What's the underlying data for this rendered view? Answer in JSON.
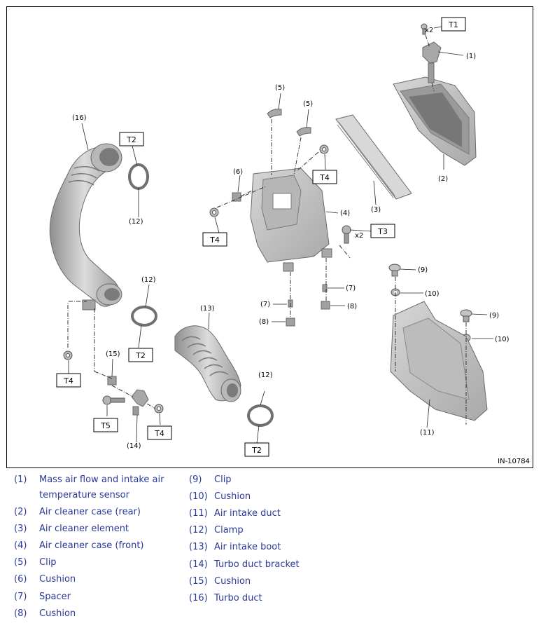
{
  "figure": {
    "code": "IN-10784",
    "torque_labels": [
      "T1",
      "T2",
      "T2",
      "T2",
      "T3",
      "T4",
      "T4",
      "T4",
      "T4",
      "T5"
    ],
    "quantity_labels": [
      "x2",
      "x2"
    ],
    "callouts": [
      "(1)",
      "(2)",
      "(3)",
      "(4)",
      "(5)",
      "(5)",
      "(6)",
      "(7)",
      "(7)",
      "(8)",
      "(8)",
      "(9)",
      "(9)",
      "(10)",
      "(10)",
      "(11)",
      "(12)",
      "(12)",
      "(12)",
      "(13)",
      "(14)",
      "(15)",
      "(16)"
    ]
  },
  "legend": {
    "left": [
      {
        "num": "(1)",
        "lines": [
          "Mass air flow and intake air",
          "temperature sensor"
        ]
      },
      {
        "num": "(2)",
        "lines": [
          "Air cleaner case (rear)"
        ]
      },
      {
        "num": "(3)",
        "lines": [
          "Air cleaner element"
        ]
      },
      {
        "num": "(4)",
        "lines": [
          "Air cleaner case (front)"
        ]
      },
      {
        "num": "(5)",
        "lines": [
          "Clip"
        ]
      },
      {
        "num": "(6)",
        "lines": [
          "Cushion"
        ]
      },
      {
        "num": "(7)",
        "lines": [
          "Spacer"
        ]
      },
      {
        "num": "(8)",
        "lines": [
          "Cushion"
        ]
      }
    ],
    "right": [
      {
        "num": "(9)",
        "lines": [
          "Clip"
        ]
      },
      {
        "num": "(10)",
        "lines": [
          "Cushion"
        ]
      },
      {
        "num": "(11)",
        "lines": [
          "Air intake duct"
        ]
      },
      {
        "num": "(12)",
        "lines": [
          "Clamp"
        ]
      },
      {
        "num": "(13)",
        "lines": [
          "Air intake boot"
        ]
      },
      {
        "num": "(14)",
        "lines": [
          "Turbo duct bracket"
        ]
      },
      {
        "num": "(15)",
        "lines": [
          "Cushion"
        ]
      },
      {
        "num": "(16)",
        "lines": [
          "Turbo duct"
        ]
      }
    ]
  },
  "colors": {
    "part_fill": "#c9c9c9",
    "part_dark": "#8e8e8e",
    "legend_text": "#2a3a9a"
  }
}
